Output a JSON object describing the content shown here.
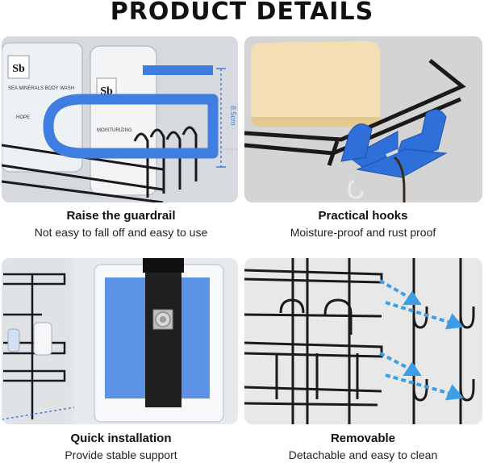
{
  "header": {
    "title": "PRODUCT DETAILS"
  },
  "colors": {
    "accent_blue": "#3d7ee0",
    "frame_black": "#1a1a1a"
  },
  "panels": [
    {
      "title": "Raise the guardrail",
      "subtitle": "Not easy to fall off and easy to use",
      "measurement": "8.5cm",
      "bottle_brand": "Sb",
      "bottle_text_left": "SEA MINERALS BODY WASH",
      "bottle_text_right": "MOISTURIZING",
      "bottle_hope": "HOPE"
    },
    {
      "title": "Practical hooks",
      "subtitle": "Moisture-proof and rust proof"
    },
    {
      "title": "Quick installation",
      "subtitle": "Provide stable support"
    },
    {
      "title": "Removable",
      "subtitle": "Detachable and easy to clean"
    }
  ]
}
